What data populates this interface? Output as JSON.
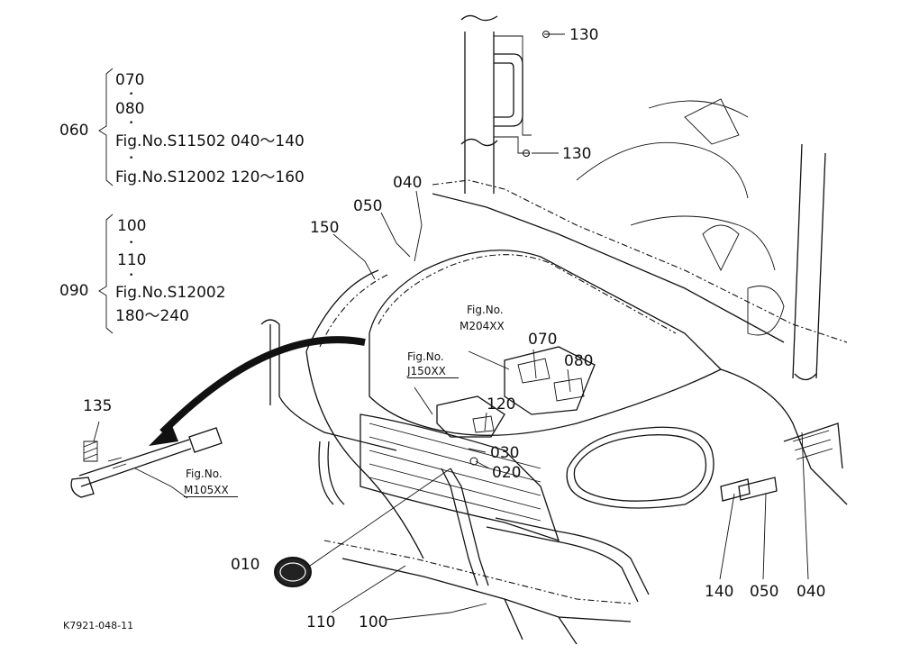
{
  "drawing_id": "K7921-048-11",
  "groups": {
    "g060": {
      "number": "060",
      "items": [
        "070",
        "080",
        "Fig.No.S11502  040～140",
        "Fig.No.S12002  120～160"
      ]
    },
    "g090": {
      "number": "090",
      "items": [
        "100",
        "110",
        "Fig.No.S12002",
        "180～240"
      ]
    }
  },
  "callouts": {
    "c010": "010",
    "c020": "020",
    "c030": "030",
    "c040_top": "040",
    "c040_right": "040",
    "c050_top": "050",
    "c050_right": "050",
    "c070": "070",
    "c080": "080",
    "c100": "100",
    "c110": "110",
    "c120": "120",
    "c130_top": "130",
    "c130_mid": "130",
    "c135": "135",
    "c140": "140",
    "c150": "150"
  },
  "fig_refs": {
    "m204": {
      "label": "Fig.No.",
      "number": "M204XX"
    },
    "j150": {
      "label": "Fig.No.",
      "number": "J150XX"
    },
    "m105": {
      "label": "Fig.No.",
      "number": "M105XX"
    }
  }
}
